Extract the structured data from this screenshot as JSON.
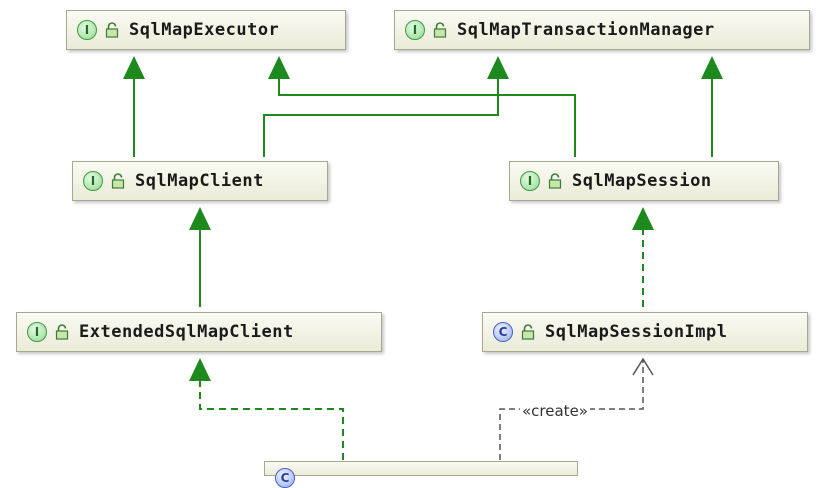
{
  "colors": {
    "inheritance": "#1e8a1e",
    "dependency": "#555555",
    "interface_badge": "#8fd98f",
    "class_badge": "#98acf0"
  },
  "nodes": {
    "sqlmap_executor": {
      "kind": "interface",
      "badge": "I",
      "icon": "lock-icon",
      "label": "SqlMapExecutor"
    },
    "sqlmap_transaction_manager": {
      "kind": "interface",
      "badge": "I",
      "icon": "lock-icon",
      "label": "SqlMapTransactionManager"
    },
    "sqlmap_client": {
      "kind": "interface",
      "badge": "I",
      "icon": "lock-icon",
      "label": "SqlMapClient"
    },
    "sqlmap_session": {
      "kind": "interface",
      "badge": "I",
      "icon": "lock-icon",
      "label": "SqlMapSession"
    },
    "extended_sqlmap_client": {
      "kind": "interface",
      "badge": "I",
      "icon": "lock-icon",
      "label": "ExtendedSqlMapClient"
    },
    "sqlmap_session_impl": {
      "kind": "class",
      "badge": "C",
      "icon": "lock-icon",
      "label": "SqlMapSessionImpl"
    },
    "partial_bottom_class": {
      "kind": "class",
      "badge": "C",
      "icon": "lock-icon",
      "label": ""
    }
  },
  "edges": [
    {
      "from": "sqlmap_client",
      "to": "sqlmap_executor",
      "type": "extends"
    },
    {
      "from": "sqlmap_client",
      "to": "sqlmap_transaction_manager",
      "type": "extends"
    },
    {
      "from": "sqlmap_session",
      "to": "sqlmap_executor",
      "type": "extends"
    },
    {
      "from": "sqlmap_session",
      "to": "sqlmap_transaction_manager",
      "type": "extends"
    },
    {
      "from": "extended_sqlmap_client",
      "to": "sqlmap_client",
      "type": "extends"
    },
    {
      "from": "sqlmap_session_impl",
      "to": "sqlmap_session",
      "type": "implements"
    },
    {
      "from": "partial_bottom_class",
      "to": "extended_sqlmap_client",
      "type": "implements"
    },
    {
      "from": "partial_bottom_class",
      "to": "sqlmap_session_impl",
      "type": "dependency",
      "label": "«create»"
    }
  ]
}
